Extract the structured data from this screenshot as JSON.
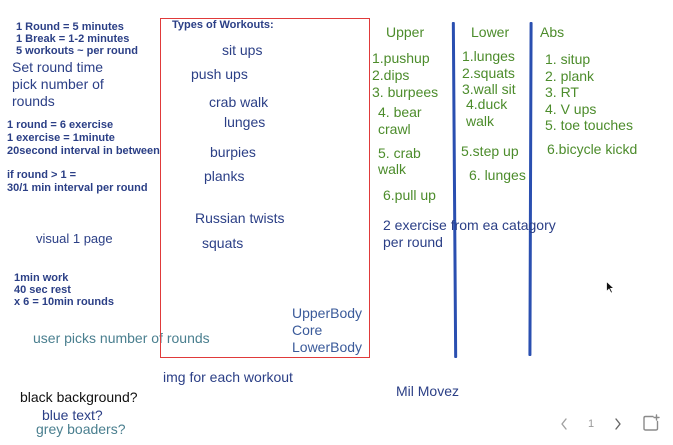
{
  "left_notes": {
    "round_rules": [
      "1 Round = 5 minutes",
      "1 Break = 1-2 minutes",
      "5 workouts ~ per round"
    ],
    "set_round": [
      "Set round time",
      "pick number of",
      "rounds"
    ],
    "exercise_rules": [
      "1 round =       6 exercise",
      "1 exercise = 1minute",
      "20second interval in between"
    ],
    "interval_rules": [
      "if  round > 1 =",
      "30/1 min interval per round"
    ],
    "visual": "visual 1 page",
    "timing": [
      "1min work",
      "40 sec rest",
      "x 6 = 10min rounds"
    ],
    "user_picks": "user picks number of rounds",
    "style_questions": [
      "black background?",
      "blue text?",
      "grey boaders?"
    ]
  },
  "workouts_box": {
    "title": "Types of Workouts:",
    "items": [
      "sit ups",
      "push ups",
      "crab walk",
      "lunges",
      "burpies",
      "planks",
      "Russian twists",
      "squats"
    ],
    "categories": [
      "UpperBody",
      "Core",
      "LowerBody"
    ]
  },
  "img_note": "img for each workout",
  "app_name": "Mil Movez",
  "columns": {
    "upper": {
      "header": "Upper",
      "items": [
        "1.pushup",
        "2.dips",
        "3. burpees",
        "4. bear",
        "crawl",
        "5. crab",
        "walk",
        "6.pull up"
      ]
    },
    "lower": {
      "header": "Lower",
      "items": [
        "1.lunges",
        "2.squats",
        "3.wall sit",
        "4.duck",
        "walk",
        "5.step up",
        "6. lunges"
      ]
    },
    "abs": {
      "header": "Abs",
      "items": [
        "1. situp",
        "2. plank",
        "3. RT",
        "4. V ups",
        "5. toe touches",
        "6.bicycle kickd"
      ]
    }
  },
  "category_note": [
    "2 exercise from ea catagory",
    "per round"
  ],
  "pager": {
    "page": "1",
    "prev_icon": "chevron-left-icon",
    "next_icon": "chevron-right-icon",
    "add_icon": "add-page-icon"
  },
  "colors": {
    "navy_text": "#2b3f86",
    "green_text": "#4c8c2b",
    "red_border": "#e03a3a",
    "blue_line": "#2a4fb0"
  }
}
